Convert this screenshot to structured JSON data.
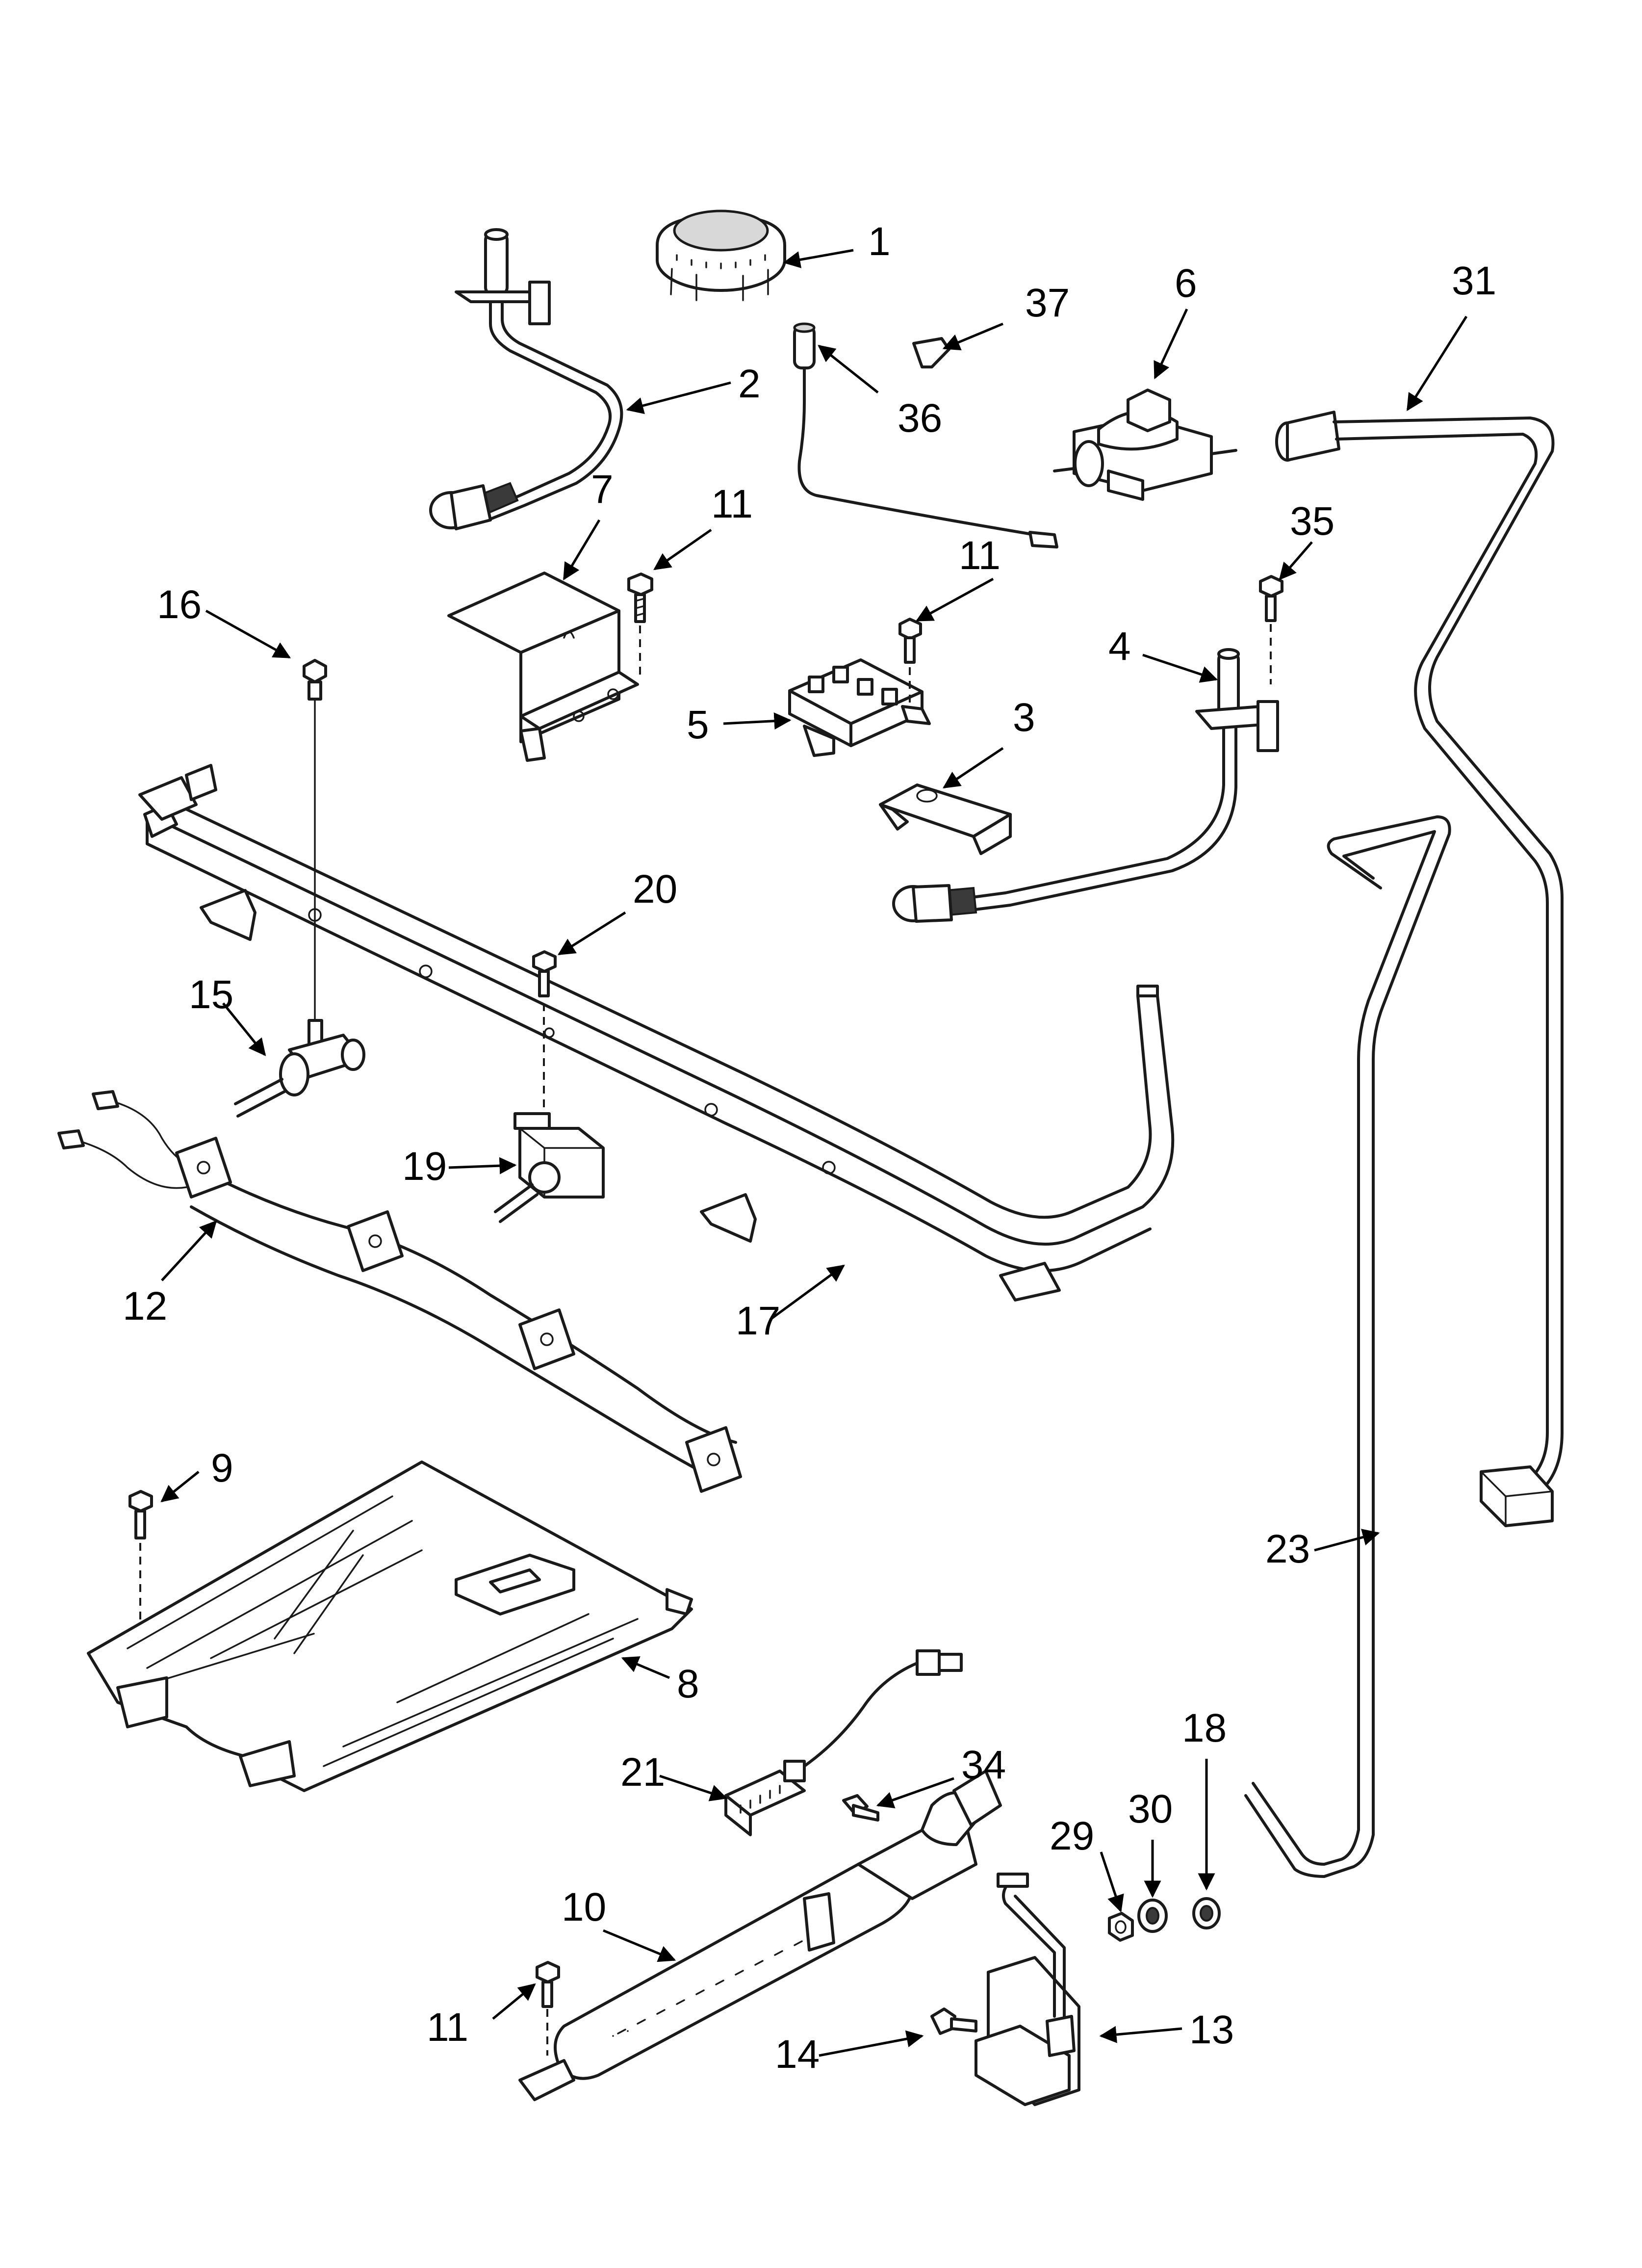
{
  "callouts": [
    {
      "id": "c1",
      "label": "1"
    },
    {
      "id": "c2",
      "label": "2"
    },
    {
      "id": "c3",
      "label": "3"
    },
    {
      "id": "c4",
      "label": "4"
    },
    {
      "id": "c5",
      "label": "5"
    },
    {
      "id": "c6",
      "label": "6"
    },
    {
      "id": "c7",
      "label": "7"
    },
    {
      "id": "c8",
      "label": "8"
    },
    {
      "id": "c9",
      "label": "9"
    },
    {
      "id": "c10",
      "label": "10"
    },
    {
      "id": "c11a",
      "label": "11"
    },
    {
      "id": "c11b",
      "label": "11"
    },
    {
      "id": "c11c",
      "label": "11"
    },
    {
      "id": "c12",
      "label": "12"
    },
    {
      "id": "c13",
      "label": "13"
    },
    {
      "id": "c14",
      "label": "14"
    },
    {
      "id": "c15",
      "label": "15"
    },
    {
      "id": "c16",
      "label": "16"
    },
    {
      "id": "c17",
      "label": "17"
    },
    {
      "id": "c18",
      "label": "18"
    },
    {
      "id": "c19",
      "label": "19"
    },
    {
      "id": "c20",
      "label": "20"
    },
    {
      "id": "c21",
      "label": "21"
    },
    {
      "id": "c23",
      "label": "23"
    },
    {
      "id": "c29",
      "label": "29"
    },
    {
      "id": "c30",
      "label": "30"
    },
    {
      "id": "c31",
      "label": "31"
    },
    {
      "id": "c34",
      "label": "34"
    },
    {
      "id": "c35",
      "label": "35"
    },
    {
      "id": "c36",
      "label": "36"
    },
    {
      "id": "c37",
      "label": "37"
    }
  ]
}
